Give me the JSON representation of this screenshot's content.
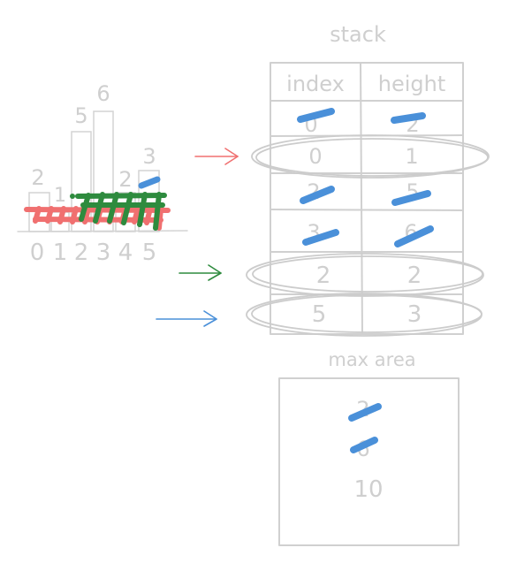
{
  "histogram": {
    "bars": [
      {
        "index": "0",
        "height": "2"
      },
      {
        "index": "1",
        "height": "1"
      },
      {
        "index": "2",
        "height": "5"
      },
      {
        "index": "3",
        "height": "6"
      },
      {
        "index": "4",
        "height": "2"
      },
      {
        "index": "5",
        "height": "3"
      }
    ]
  },
  "stack": {
    "title": "stack",
    "headers": {
      "index": "index",
      "height": "height"
    },
    "rows": [
      {
        "index": "0",
        "height": "2",
        "crossed": true
      },
      {
        "index": "0",
        "height": "1",
        "crossed": false
      },
      {
        "index": "2",
        "height": "5",
        "crossed": true
      },
      {
        "index": "3",
        "height": "6",
        "crossed": true
      },
      {
        "index": "2",
        "height": "2",
        "crossed": false
      },
      {
        "index": "5",
        "height": "3",
        "crossed": false
      }
    ]
  },
  "max_area": {
    "title": "max area",
    "values": [
      {
        "value": "2",
        "crossed": true
      },
      {
        "value": "6",
        "crossed": true
      },
      {
        "value": "10",
        "crossed": false
      }
    ]
  },
  "colors": {
    "red": "#f07070",
    "green": "#2e8b3e",
    "blue": "#4a90d9",
    "gray": "#cfcfcf"
  }
}
